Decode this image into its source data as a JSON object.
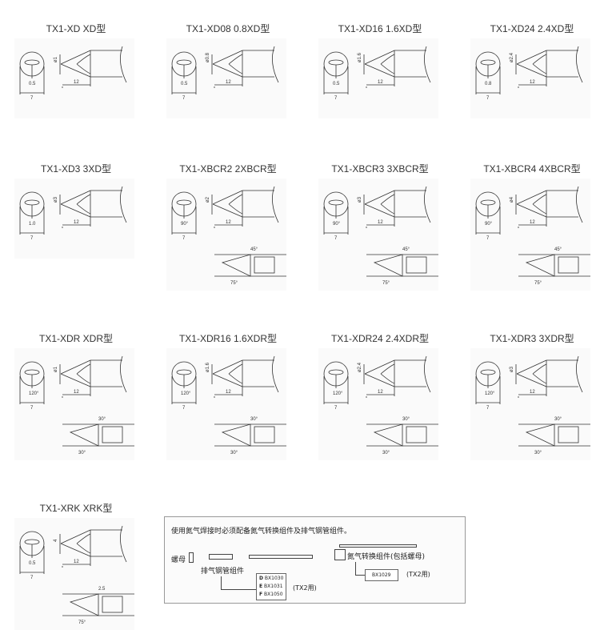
{
  "tips": [
    {
      "title": "TX1-XD XD型",
      "dia": "ø1",
      "w": "0.5",
      "base": "7",
      "len": "12",
      "type": "d"
    },
    {
      "title": "TX1-XD08 0.8XD型",
      "dia": "ø0.8",
      "w": "0.5",
      "base": "7",
      "len": "12",
      "type": "d"
    },
    {
      "title": "TX1-XD16 1.6XD型",
      "dia": "ø1.6",
      "w": "0.5",
      "base": "7",
      "len": "12",
      "type": "d"
    },
    {
      "title": "TX1-XD24 2.4XD型",
      "dia": "ø2.4",
      "w": "0.8",
      "base": "7",
      "len": "12",
      "type": "d"
    },
    {
      "title": "TX1-XD3 3XD型",
      "dia": "ø3",
      "w": "1.0",
      "base": "7",
      "len": "12",
      "type": "d"
    },
    {
      "title": "TX1-XBCR2 2XBCR型",
      "dia": "ø2",
      "w": "90°",
      "base": "7",
      "len": "12",
      "type": "bc",
      "a1": "75°",
      "a2": "45°"
    },
    {
      "title": "TX1-XBCR3 3XBCR型",
      "dia": "ø3",
      "w": "90°",
      "base": "7",
      "len": "12",
      "type": "bc",
      "a1": "75°",
      "a2": "45°"
    },
    {
      "title": "TX1-XBCR4 4XBCR型",
      "dia": "ø4",
      "w": "90°",
      "base": "7",
      "len": "12",
      "type": "bc",
      "a1": "75°",
      "a2": "45°"
    },
    {
      "title": "TX1-XDR XDR型",
      "dia": "ø1",
      "w": "120°",
      "base": "7",
      "len": "12",
      "type": "dr",
      "a1": "30°",
      "a2": "30°"
    },
    {
      "title": "TX1-XDR16 1.6XDR型",
      "dia": "ø1.6",
      "w": "120°",
      "base": "7",
      "len": "12",
      "type": "dr",
      "a1": "30°",
      "a2": "30°"
    },
    {
      "title": "TX1-XDR24 2.4XDR型",
      "dia": "ø2.4",
      "w": "120°",
      "base": "7",
      "len": "12",
      "type": "dr",
      "a1": "30°",
      "a2": "30°"
    },
    {
      "title": "TX1-XDR3 3XDR型",
      "dia": "ø3",
      "w": "120°",
      "base": "7",
      "len": "12",
      "type": "dr",
      "a1": "30°",
      "a2": "30°"
    },
    {
      "title": "TX1-XRK XRK型",
      "dia": "4",
      "w": "0.5",
      "base": "7",
      "len": "12",
      "type": "rk",
      "a1": "75°",
      "a2": "2.5"
    }
  ],
  "nitrogen": {
    "note": "使用氮气焊接时必须配备氮气转换组件及排气钢管组件。",
    "nut": "螺母",
    "exhaust": "排气钢管组件",
    "parts": [
      {
        "k": "D",
        "code": "BX1030"
      },
      {
        "k": "E",
        "code": "BX1031"
      },
      {
        "k": "F",
        "code": "BX1050"
      }
    ],
    "tx2a": "(TX2用)",
    "converter": "氮气转换组件(包括螺母)",
    "code2": "BX1029",
    "tx2b": "(TX2用)"
  }
}
